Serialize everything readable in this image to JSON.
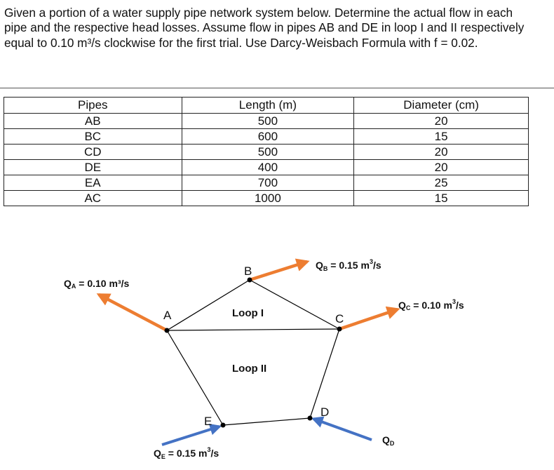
{
  "problem": {
    "text": "Given a portion of a water supply pipe network system below. Determine the actual flow in each pipe and the respective head losses. Assume flow in pipes AB and DE in loop I and II respectively equal to 0.10 m³/s clockwise for the first trial. Use Darcy-Weisbach Formula with f = 0.02."
  },
  "table": {
    "headers": [
      "Pipes",
      "Length (m)",
      "Diameter (cm)"
    ],
    "rows": [
      [
        "AB",
        "500",
        "20"
      ],
      [
        "BC",
        "600",
        "15"
      ],
      [
        "CD",
        "500",
        "20"
      ],
      [
        "DE",
        "400",
        "20"
      ],
      [
        "EA",
        "700",
        "25"
      ],
      [
        "AC",
        "1000",
        "15"
      ]
    ]
  },
  "diagram": {
    "nodes": {
      "a": "A",
      "b": "B",
      "c": "C",
      "d": "D",
      "e": "E"
    },
    "loops": {
      "one": "Loop I",
      "two": "Loop II"
    },
    "flows": {
      "qa": {
        "label": "Q",
        "sub": "A",
        "rest": " = 0.10 m³/s"
      },
      "qb": {
        "label": "Q",
        "sub": "B",
        "rest": " = 0.15 m",
        "sup": "3",
        "tail": "/s"
      },
      "qc": {
        "label": "Q",
        "sub": "C",
        "rest": " = 0.10 m",
        "sup": "3",
        "tail": "/s"
      },
      "qd": {
        "label": "Q",
        "sub": "D"
      },
      "qe": {
        "label": "Q",
        "sub": "E",
        "rest": " = 0.15 m",
        "sup": "3",
        "tail": "/s"
      }
    },
    "colors": {
      "outflow": "#ED7D31",
      "inflow": "#4472C4",
      "pipe": "#000000"
    }
  }
}
